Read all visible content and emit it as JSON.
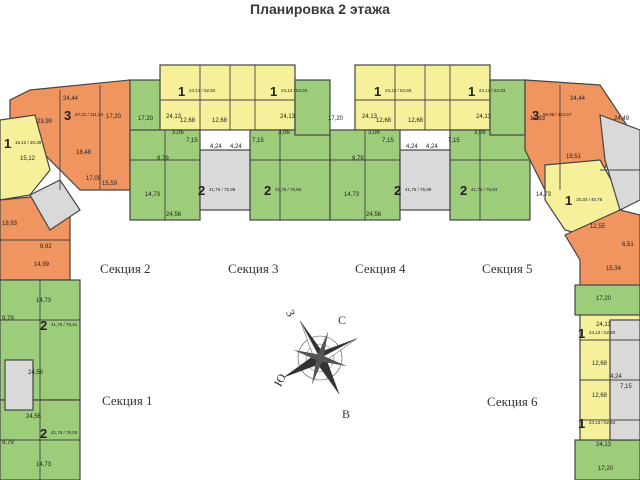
{
  "title": "Планировка 2 этажа",
  "colors": {
    "green": "#9dcc7a",
    "orange": "#f0955f",
    "yellow": "#f6f09a",
    "stair": "#d9d9d9",
    "wall": "#444444",
    "bg": "#ffffff"
  },
  "sections": [
    {
      "label": "Секция 2"
    },
    {
      "label": "Секция 3"
    },
    {
      "label": "Секция 4"
    },
    {
      "label": "Секция 5"
    },
    {
      "label": "Секция 1"
    },
    {
      "label": "Секция 6"
    }
  ],
  "compass": {
    "north": "С",
    "south": "Ю",
    "east": "В",
    "west": "З"
  },
  "apartments": [
    {
      "rooms": "3",
      "area": "57,31 / 111,93"
    },
    {
      "rooms": "1",
      "area": "15,12 / 40,39"
    },
    {
      "rooms": "1",
      "area": "24,13 / 52,93"
    },
    {
      "rooms": "1",
      "area": "24,13 / 52,93"
    },
    {
      "rooms": "2",
      "area": "41,76 / 75,99"
    },
    {
      "rooms": "2",
      "area": "41,76 / 75,84"
    },
    {
      "rooms": "1",
      "area": "24,13 / 52,93"
    },
    {
      "rooms": "1",
      "area": "24,13 / 52,93"
    },
    {
      "rooms": "2",
      "area": "41,76 / 75,99"
    },
    {
      "rooms": "2",
      "area": "41,76 / 75,84"
    },
    {
      "rooms": "3",
      "area": "56,98 / 114,57"
    },
    {
      "rooms": "1",
      "area": "15,30 / 40,75"
    },
    {
      "rooms": "2",
      "area": "41,76 / 76,41"
    },
    {
      "rooms": "2",
      "area": "41,76 / 76,00"
    },
    {
      "rooms": "1",
      "area": "24,13 / 52,93"
    },
    {
      "rooms": "1",
      "area": "24,13 / 52,93"
    }
  ],
  "room_labels": [
    "24,44",
    "23,99",
    "17,20",
    "18,48",
    "15,12",
    "15,59",
    "17,05",
    "24,13",
    "12,68",
    "12,68",
    "24,13",
    "3,06",
    "7,15",
    "4,24",
    "4,24",
    "7,15",
    "3,06",
    "17,20",
    "9,79",
    "14,73",
    "24,56",
    "24,13",
    "12,68",
    "12,68",
    "24,13",
    "3,06",
    "7,15",
    "4,24",
    "4,24",
    "7,15",
    "3,06",
    "17,20",
    "9,79",
    "14,73",
    "24,56",
    "17,33",
    "24,44",
    "24,49",
    "19,51",
    "14,73",
    "12,55",
    "6,51",
    "15,34",
    "14,99",
    "6,92",
    "18,93",
    "14,73",
    "9,79",
    "24,56",
    "24,56",
    "9,79",
    "14,73",
    "17,20",
    "24,13",
    "12,68",
    "12,68",
    "4,24",
    "7,15",
    "24,13",
    "17,20"
  ]
}
